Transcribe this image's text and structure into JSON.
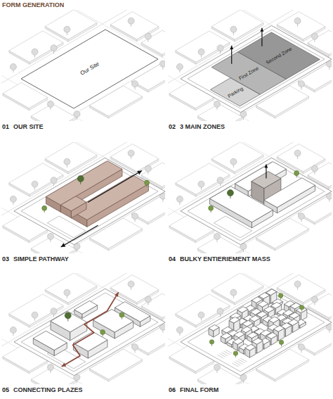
{
  "diagram": {
    "title": "FORM GENERATION",
    "nodes": [
      {
        "text": [
          "Our Site"
        ]
      },
      {
        "text": [
          "Parking"
        ]
      },
      {
        "text": [
          "First Zone"
        ]
      },
      {
        "text": [
          "Second Zone"
        ]
      }
    ],
    "labels": [
      "01",
      "OUR SITE",
      "02",
      "3 MAIN ZONES",
      "03",
      "SIMPLE PATHWAY",
      "04",
      "BULKY ENTIERIEMENT MASS",
      "05",
      "CONNECTING PLAZES",
      "06",
      "FINAL FORM"
    ]
  }
}
